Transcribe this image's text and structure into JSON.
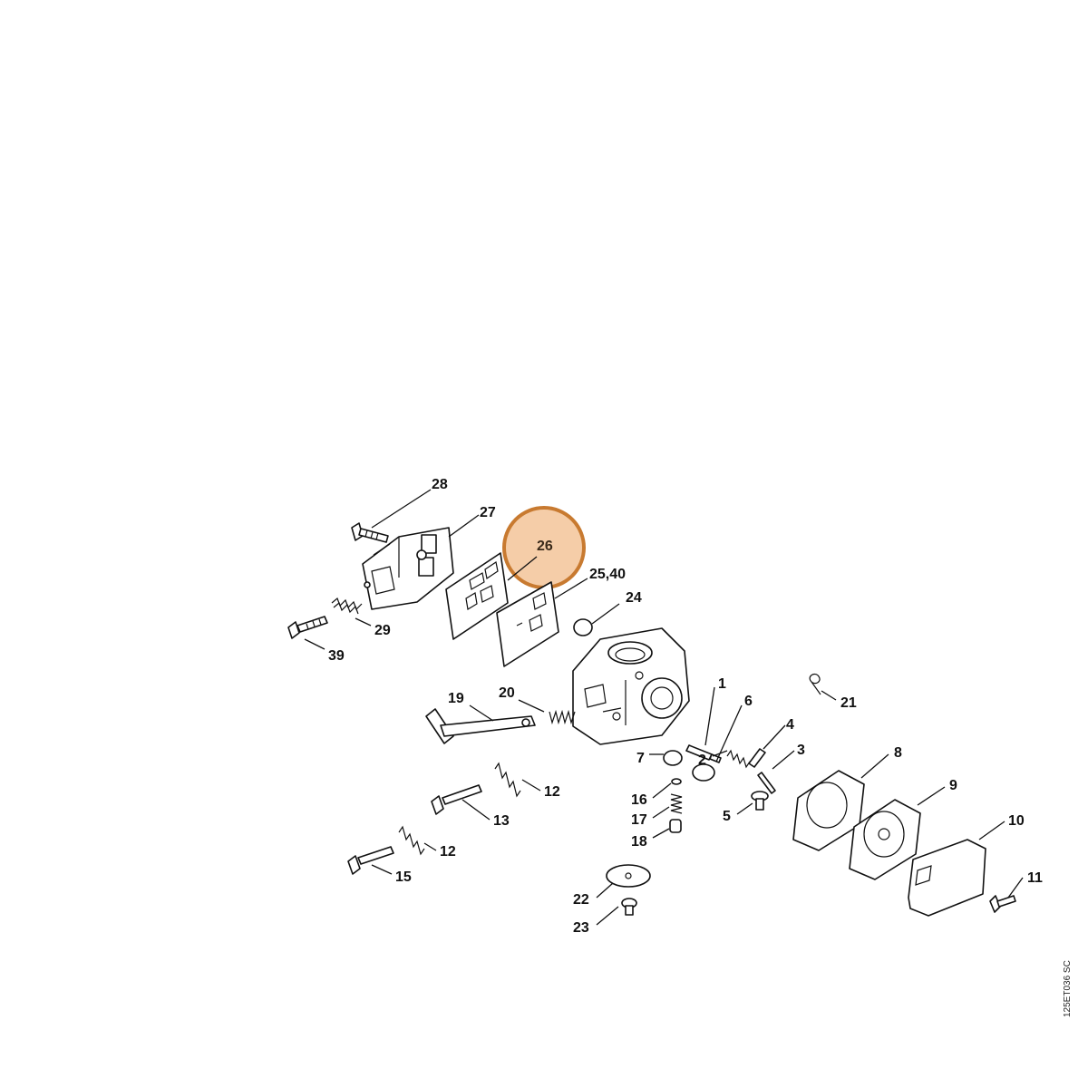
{
  "diagram": {
    "highlight_color": "#f5cda8",
    "highlight_stroke": "#c87a30",
    "labels": {
      "p28": "28",
      "p27": "27",
      "p26": "26",
      "p25_40": "25,40",
      "p24": "24",
      "p29": "29",
      "p39": "39",
      "p19": "19",
      "p20": "20",
      "p1": "1",
      "p6": "6",
      "p21": "21",
      "p4": "4",
      "p3": "3",
      "p2": "2",
      "p7": "7",
      "p8": "8",
      "p12a": "12",
      "p13": "13",
      "p12b": "12",
      "p15": "15",
      "p16": "16",
      "p17": "17",
      "p18": "18",
      "p5": "5",
      "p9": "9",
      "p10": "10",
      "p11": "11",
      "p22": "22",
      "p23": "23"
    },
    "reference_code": "125ET036 SC"
  }
}
